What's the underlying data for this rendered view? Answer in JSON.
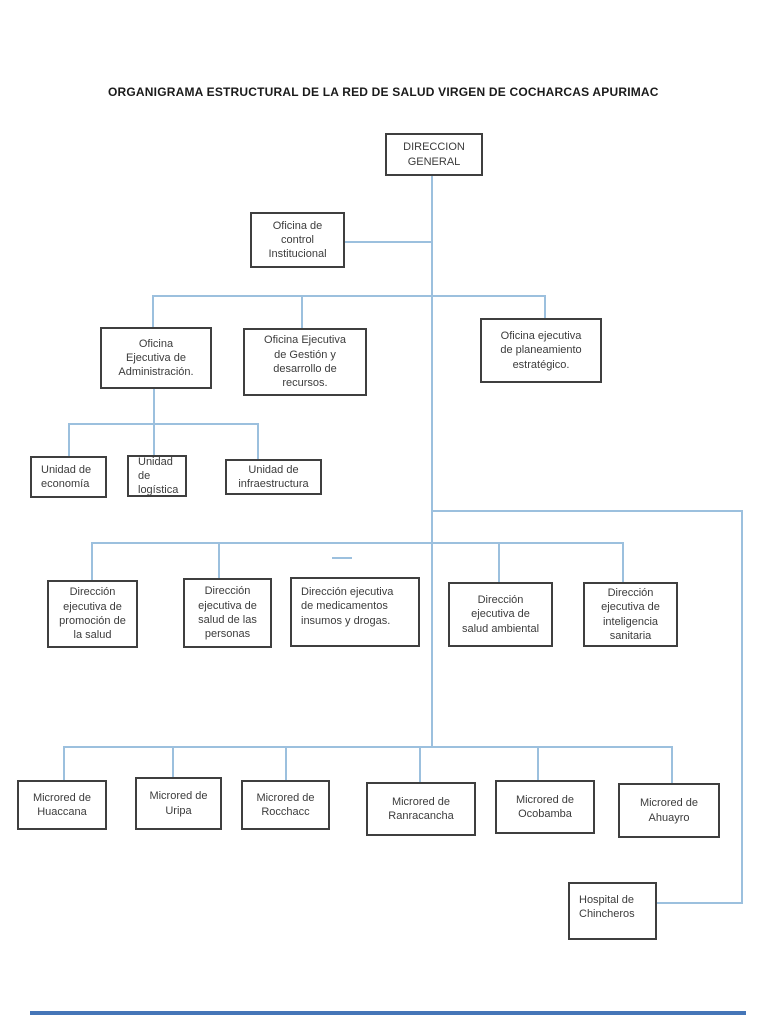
{
  "page_title": "ORGANIGRAMA ESTRUCTURAL DE LA RED DE SALUD VIRGEN DE COCHARCAS APURIMAC",
  "colors": {
    "connector_blue": "#9cc0de",
    "bottom_line_blue": "#4576b8",
    "box_border": "#3f3f3f",
    "text": "#3c3c3c",
    "background": "#ffffff"
  },
  "nodes": {
    "direccion_general": {
      "label": "DIRECCION\nGENERAL"
    },
    "control_institucional": {
      "label": "Oficina de\ncontrol\nInstitucional"
    },
    "administracion": {
      "label": "Oficina\nEjecutiva de\nAdministración."
    },
    "gestion_recursos": {
      "label": "Oficina Ejecutiva\nde Gestión y\ndesarrollo de\nrecursos."
    },
    "planeamiento": {
      "label": "Oficina ejecutiva\nde planeamiento\nestratégico."
    },
    "economia": {
      "label": "Unidad de\neconomía"
    },
    "logistica": {
      "label": "Unidad de\nlogística"
    },
    "infraestructura": {
      "label": "Unidad de\ninfraestructura"
    },
    "promocion_salud": {
      "label": "Dirección\nejecutiva de\npromoción de\nla salud"
    },
    "salud_personas": {
      "label": "Dirección\nejecutiva de\nsalud de las\npersonas"
    },
    "medicamentos": {
      "label": "Dirección ejecutiva\nde medicamentos\ninsumos y drogas."
    },
    "salud_ambiental": {
      "label": "Dirección\nejecutiva de\nsalud ambiental"
    },
    "inteligencia_sanitaria": {
      "label": "Dirección\nejecutiva de\ninteligencia\nsanitaria"
    },
    "microred_huaccana": {
      "label": "Microred de\nHuaccana"
    },
    "microred_uripa": {
      "label": "Microred de\nUripa"
    },
    "microred_rocchacc": {
      "label": "Microred de\nRocchacc"
    },
    "microred_ranracancha": {
      "label": "Microred de\nRanracancha"
    },
    "microred_ocobamba": {
      "label": "Microred de\nOcobamba"
    },
    "microred_ahuayro": {
      "label": "Microred de\nAhuayro"
    },
    "hospital_chincheros": {
      "label": "Hospital de\nChincheros"
    }
  }
}
